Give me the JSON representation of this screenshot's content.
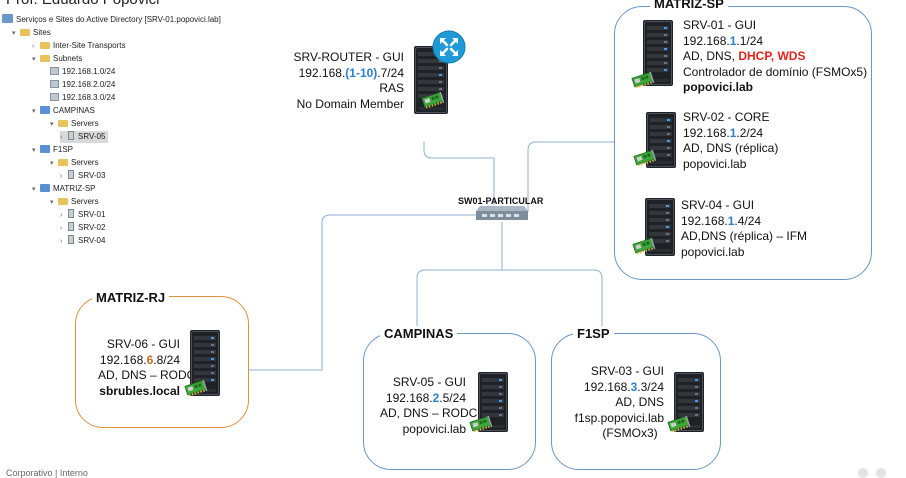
{
  "header": {
    "name": "Prof. Eduardo Popovici"
  },
  "tree": {
    "root": "Serviços e Sites do Active Directory [SRV-01.popovici.lab]",
    "sites": "Sites",
    "inter_site": "Inter-Site Transports",
    "subnets": "Subnets",
    "subnet_items": [
      "192.168.1.0/24",
      "192.168.2.0/24",
      "192.168.3.0/24"
    ],
    "campinas": "CAMPINAS",
    "campinas_servers": "Servers",
    "campinas_srv": "SRV-05",
    "f1sp": "F1SP",
    "f1sp_servers": "Servers",
    "f1sp_srv": "SRV-03",
    "matriz": "MATRIZ-SP",
    "matriz_servers": "Servers",
    "matriz_srvs": [
      "SRV-01",
      "SRV-02",
      "SRV-04"
    ]
  },
  "router": {
    "line1": "SRV-ROUTER - GUI",
    "ip_pre": "192.168.",
    "ip_hl": "(1-10)",
    "ip_post": ".7/24",
    "line3": "RAS",
    "line4": "No Domain Member"
  },
  "switch": {
    "label": "SW01-PARTICULAR"
  },
  "matriz_sp": {
    "title": "MATRIZ-SP",
    "srv01": {
      "line1": "SRV-01 - GUI",
      "ip_pre": "192.168.",
      "ip_hl": "1",
      "ip_post": ".1/24",
      "roles_pre": "AD, DNS, ",
      "roles_hl": "DHCP, WDS",
      "line4": "Controlador de domínio (FSMOx5)",
      "domain": "popovici.lab"
    },
    "srv02": {
      "line1": "SRV-02 - CORE",
      "ip_pre": "192.168.",
      "ip_hl": "1",
      "ip_post": ".2/24",
      "roles": "AD, DNS (réplica)",
      "domain": "popovici.lab"
    },
    "srv04": {
      "line1": "SRV-04 - GUI",
      "ip_pre": "192.168.",
      "ip_hl": "1",
      "ip_post": ".4/24",
      "roles": "AD,DNS (réplica) – IFM",
      "domain": "popovici.lab"
    }
  },
  "matriz_rj": {
    "title": "MATRIZ-RJ",
    "line1": "SRV-06 - GUI",
    "ip_pre": "192.168.",
    "ip_hl": "6",
    "ip_post": ".8/24",
    "roles": "AD, DNS – RODC",
    "domain": "sbrubles.local"
  },
  "campinas": {
    "title": "CAMPINAS",
    "line1": "SRV-05 - GUI",
    "ip_pre": "192.168.",
    "ip_hl": "2",
    "ip_post": ".5/24",
    "roles": "AD, DNS – RODC",
    "domain": "popovici.lab"
  },
  "f1sp": {
    "title": "F1SP",
    "line1": "SRV-03 - GUI",
    "ip_pre": "192.168.",
    "ip_hl": "3",
    "ip_post": ".3/24",
    "roles": "AD, DNS",
    "domain": "f1sp.popovici.lab",
    "fsmo": "(FSMOx3)"
  },
  "footer": {
    "text": "Corporativo | Interno"
  },
  "colors": {
    "box_border_blue": "#6a97c4",
    "box_border_orange": "#e0913f",
    "line": "#7ea6cf",
    "red": "#e2251c",
    "blue": "#2f7fcf",
    "orange": "#c96a1d"
  },
  "icons": [
    "server-icon",
    "network-card-icon",
    "router-icon",
    "switch-icon",
    "folder-icon",
    "site-icon"
  ]
}
